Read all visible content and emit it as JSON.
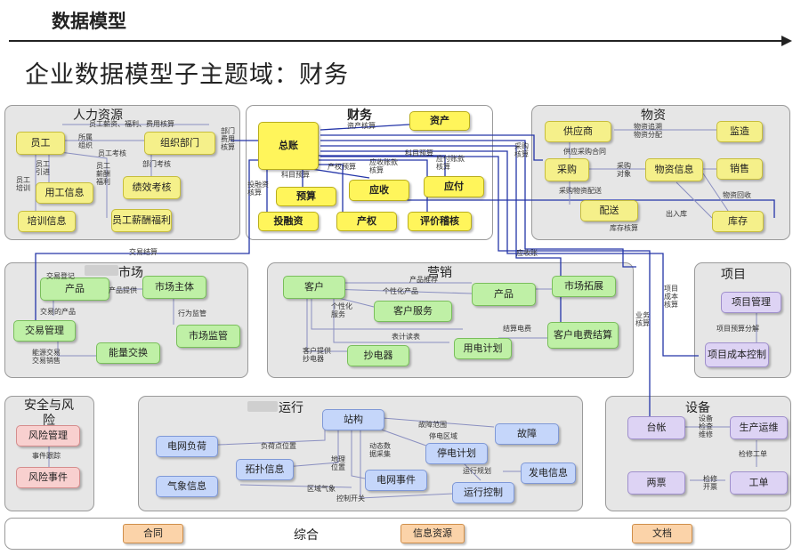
{
  "header": {
    "section": "数据模型",
    "title": "企业数据模型子主题域：财务"
  },
  "domains": {
    "hr": "人力资源",
    "finance": "财务",
    "materials": "物资",
    "market": "市场",
    "marketing": "营销",
    "project": "项目",
    "security": "安全与风险",
    "operation": "运行",
    "equipment": "设备",
    "general": "综合"
  },
  "entities": {
    "employee": "员工",
    "org": "组织部门",
    "staff_info": "用工信息",
    "performance": "绩效考核",
    "training": "培训信息",
    "salary": "员工薪酬福利",
    "ledger": "总账",
    "budget": "预算",
    "receivable": "应收",
    "payable": "应付",
    "asset": "资产",
    "investment": "投融资",
    "property": "产权",
    "valuation": "评价稽核",
    "supplier": "供应商",
    "inspection": "监造",
    "purchase": "采购",
    "material_info": "物资信息",
    "sales": "销售",
    "distribution": "配送",
    "inventory": "库存",
    "trade_mgmt": "交易管理",
    "market_entity": "市场主体",
    "energy_trade": "能量交换",
    "market_monitor": "市场监管",
    "product_m": "产品",
    "customer": "客户",
    "product": "产品",
    "customer_service": "客户服务",
    "meter_reading": "抄电器",
    "power_plan": "用电计划",
    "billing": "客户电费结算",
    "market_expand": "市场拓展",
    "project_mgmt": "项目管理",
    "project_cost": "项目成本控制",
    "risk_mgmt": "风险管理",
    "risk_event": "风险事件",
    "station": "站构",
    "grid_load": "电网负荷",
    "topology": "拓扑信息",
    "weather": "气象信息",
    "grid_event": "电网事件",
    "outage_plan": "停电计划",
    "op_control": "运行控制",
    "generation": "发电信息",
    "fault": "故障",
    "ledger_eq": "台帐",
    "production": "生产运维",
    "work_ticket": "两票",
    "work_order": "工单",
    "contract": "合同",
    "info_resource": "信息资源",
    "document": "文档"
  },
  "labels": {
    "hr_top": "员工薪资、福利、费用核算",
    "hr_dept": "所属\n组织",
    "hr_assess": "员工考核",
    "hr_dept2": "部门考核",
    "hr_salary": "员工\n薪酬\n福利",
    "hr_hire": "员工\n引进",
    "hr_train": "员工\n培训",
    "dept_fee": "部门\n费用\n核算",
    "asset_acct": "资产核算",
    "acct_settle": "科目预算",
    "prop_budget": "产权预算",
    "ar_acct": "应收账款\n核算",
    "ap_acct": "应付账款\n核算",
    "subject_budget": "科目预算",
    "invest_acct": "投融资\n核算",
    "purchase_acct": "采购\n核算",
    "supplier_mgmt": "物资追溯\n物资分配",
    "supplier_buy": "供应采购合同",
    "purchase_cfg": "采购物资配送",
    "purchase_obj": "采购\n对象",
    "sales_cfg": "物资回收",
    "inout": "出入库",
    "inv_acct": "库存核算",
    "trade_settle": "交易结算",
    "ar_label": "应收账",
    "trade_reg": "交易登记",
    "product_sup": "产品提供",
    "trade_product": "交易的产品",
    "market_obs": "行为监管",
    "trade_sell": "能源交易\n交易销售",
    "product_rec": "产品推荐",
    "personal_product": "个性化产品",
    "personal_svc": "个性化\n服务",
    "settle_fee": "结算电费",
    "meter_note": "表计读表",
    "cust_supply": "客户提供\n抄电器",
    "biz_acct": "业务\n核算",
    "proj_cost_acct": "项目\n成本\n核算",
    "proj_decomp": "项目预算分解",
    "event_link": "事件跟踪",
    "fault_range": "故障范围",
    "outage_area": "停电区域",
    "load_pos": "负荷点位置",
    "auto_collect": "动态数\n据采集",
    "loc": "地理\n位置",
    "op_plan": "运行规划",
    "region_weather": "区域气象",
    "control_sw": "控制开关",
    "eq_check": "设备\n检查\n维修",
    "repair_work": "检修工单",
    "rework": "检修\n开票"
  }
}
